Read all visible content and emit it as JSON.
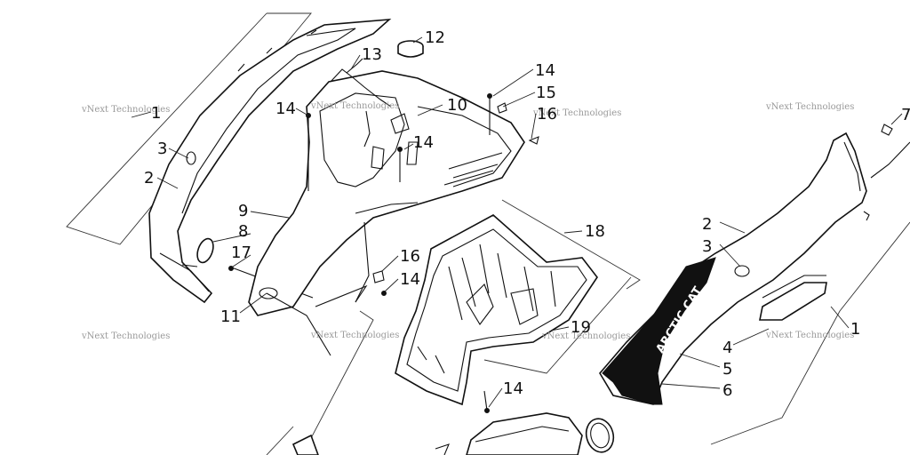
{
  "diagram": {
    "callouts": {
      "c1_left": "1",
      "c2_left": "2",
      "c3_left": "3",
      "c8": "8",
      "c17": "17",
      "c9": "9",
      "c11": "11",
      "c12": "12",
      "c13": "13",
      "c14_a": "14",
      "c14_b": "14",
      "c14_c": "14",
      "c14_d": "14",
      "c14_e": "14",
      "c10": "10",
      "c15": "15",
      "c16_a": "16",
      "c16_b": "16",
      "c18": "18",
      "c19": "19",
      "c2_right": "2",
      "c3_right": "3",
      "c1_right": "1",
      "c4": "4",
      "c5": "5",
      "c6": "6",
      "c7": "7"
    },
    "watermark": "vNext Technologies",
    "brand_text": "ARCTIC CAT"
  }
}
